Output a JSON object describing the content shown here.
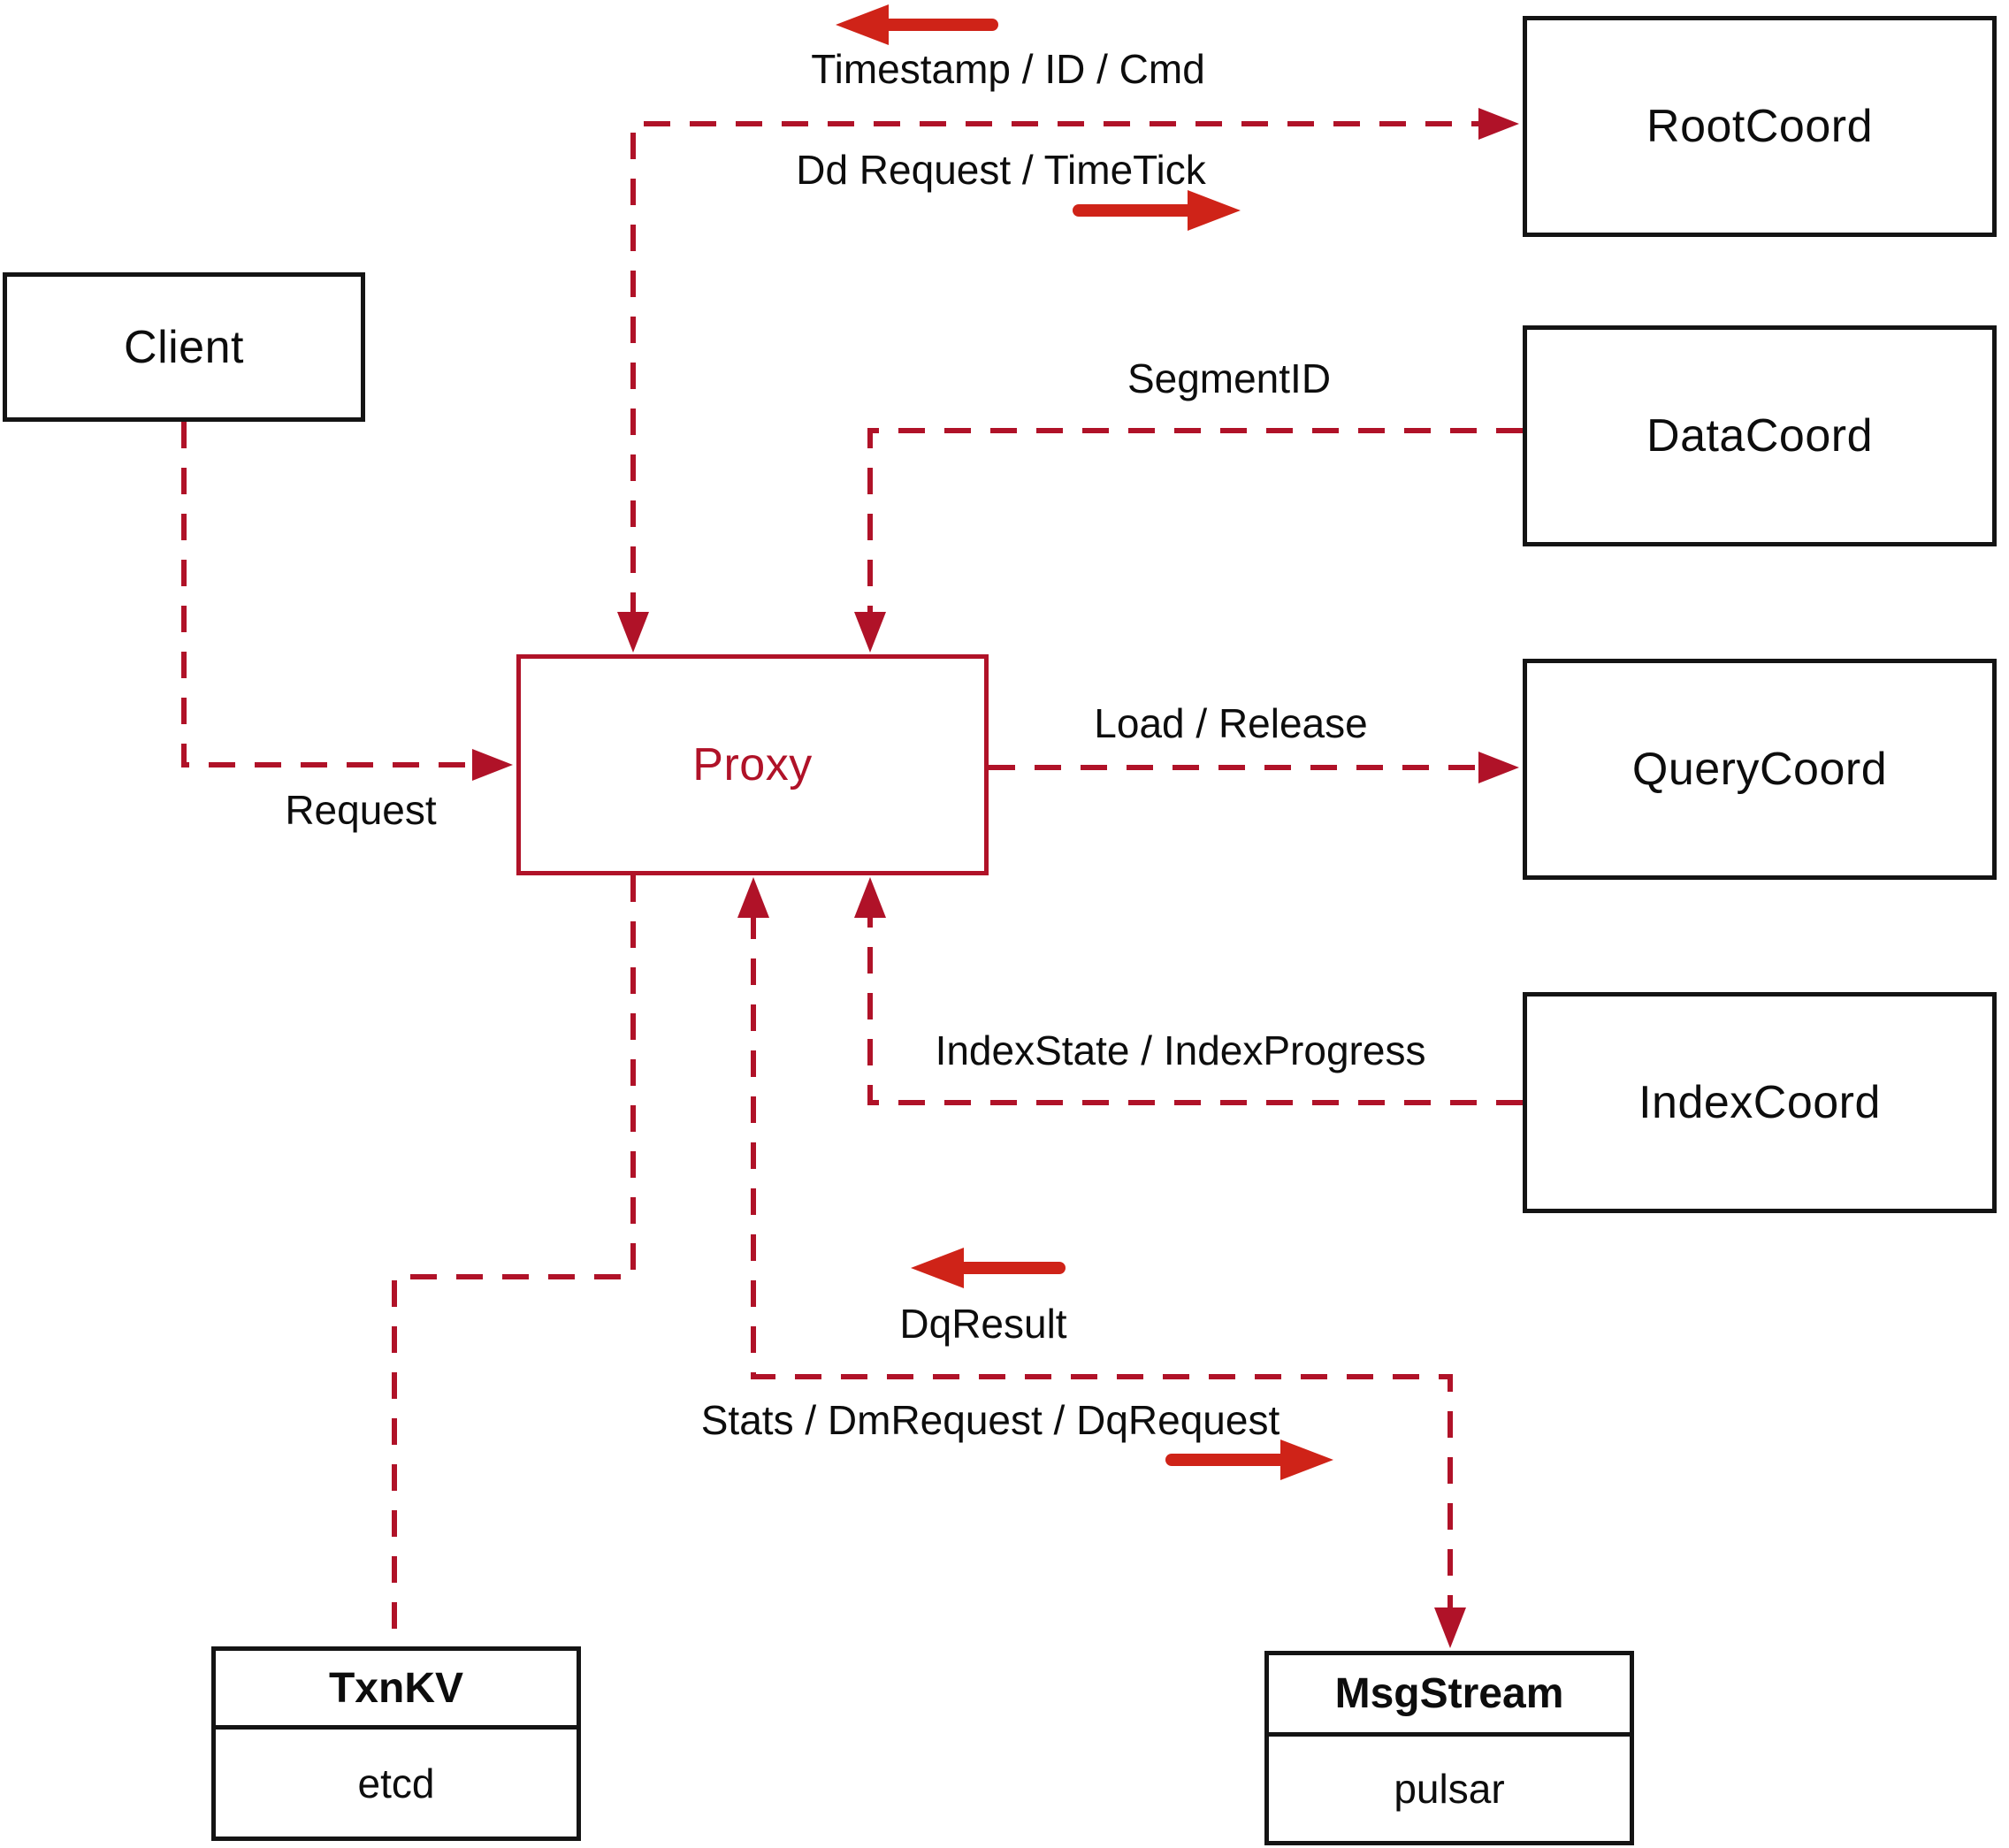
{
  "diagram": {
    "nodes": {
      "client": {
        "label": "Client"
      },
      "rootcoord": {
        "label": "RootCoord"
      },
      "datacoord": {
        "label": "DataCoord"
      },
      "querycoord": {
        "label": "QueryCoord"
      },
      "indexcoord": {
        "label": "IndexCoord"
      },
      "proxy": {
        "label": "Proxy"
      },
      "txnkv": {
        "title": "TxnKV",
        "subtitle": "etcd"
      },
      "msgstream": {
        "title": "MsgStream",
        "subtitle": "pulsar"
      }
    },
    "edge_labels": {
      "timestamp": "Timestamp / ID / Cmd",
      "dd_request": "Dd Request / TimeTick",
      "segment_id": "SegmentID",
      "request": "Request",
      "load_release": "Load / Release",
      "index_state": "IndexState / IndexProgress",
      "dq_result": "DqResult",
      "stats": "Stats / DmRequest / DqRequest"
    },
    "colors": {
      "dashed_edge": "#b01228",
      "solid_arrow": "#cf2318",
      "node_border": "#141414",
      "proxy_accent": "#b01228",
      "text": "#0d0d0d",
      "background": "#ffffff"
    }
  }
}
